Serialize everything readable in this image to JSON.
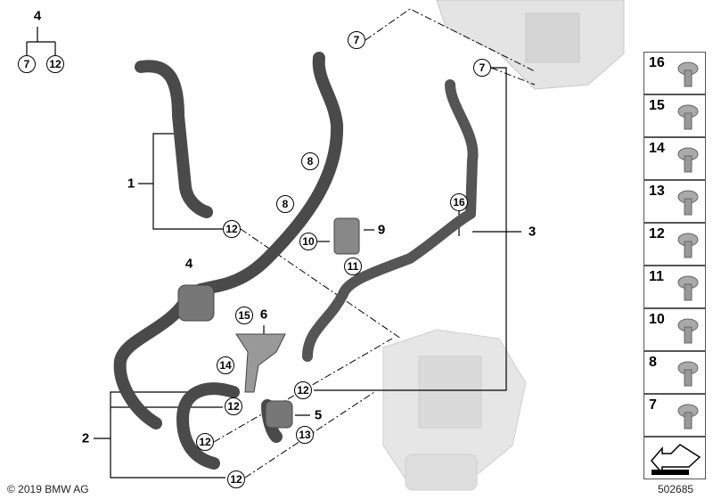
{
  "header_group": {
    "label": "4",
    "sub": [
      "7",
      "12"
    ]
  },
  "callouts": [
    "7",
    "7",
    "8",
    "8",
    "12",
    "16",
    "10",
    "11",
    "15",
    "14",
    "12",
    "12",
    "13",
    "12",
    "12"
  ],
  "labels": [
    "1",
    "9",
    "3",
    "4",
    "6",
    "5",
    "2"
  ],
  "parts_panel": {
    "items": [
      "16",
      "15",
      "14",
      "13",
      "12",
      "11",
      "10",
      "8",
      "7"
    ],
    "icons": [
      "screw-icon",
      "grommet-icon",
      "bolt-icon",
      "nut-icon",
      "hose-clamp-icon",
      "clip-nut-icon",
      "washer-screw-icon",
      "pipe-clip-icon",
      "spring-clamp-icon"
    ]
  },
  "copyright": "© 2019 BMW AG",
  "diagram_number": "502685"
}
